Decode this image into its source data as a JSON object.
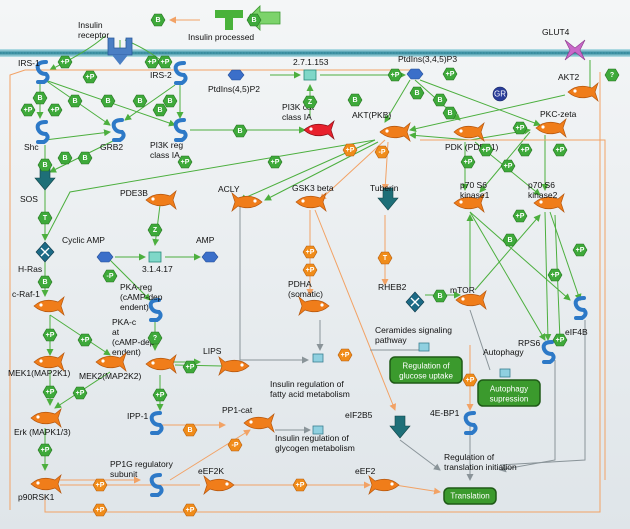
{
  "labels": {
    "insulin_receptor": [
      "Insulin",
      "receptor"
    ],
    "insulin_processed": "Insulin processed",
    "glut4": "GLUT4",
    "irs1": "IRS-1",
    "irs2": "IRS-2",
    "ptdins45p2": "PtdIns(4,5)P2",
    "enzyme_27": "2.7.1.153",
    "ptdins345p3": "PtdIns(3,4,5)P3",
    "akt2": "AKT2",
    "shc": "Shc",
    "grb2": "GRB2",
    "pi3k_reg": [
      "PI3K reg",
      "class IA"
    ],
    "pi3k_cat": [
      "PI3K cat",
      "class IA"
    ],
    "aktpkb": "AKT(PKB)",
    "pdk": "PDK (PDPK1)",
    "pkc_zeta": "PKC-zeta",
    "gr": "GR",
    "sos": "SOS",
    "pde3b": "PDE3B",
    "acly": "ACLY",
    "gsk3": "GSK3 beta",
    "tuberin": "Tuberin",
    "p70s6k1": [
      "p70 S6",
      "kinase1"
    ],
    "p70s6k2": [
      "p70 S6",
      "kinase2"
    ],
    "cyclic_amp": "Cyclic AMP",
    "amp": "AMP",
    "enzyme_31": "3.1.4.17",
    "hras": "H-Ras",
    "craf": "c-Raf-1",
    "pka_reg": [
      "PKA-reg",
      "(cAMP-dep",
      "endent)"
    ],
    "pdha": [
      "PDHA",
      "(somatic)"
    ],
    "rheb2": "RHEB2",
    "mtor": "mTOR",
    "eif4b": "eIF4B",
    "ceramides": [
      "Ceramides signaling",
      "pathway"
    ],
    "glucose_box": [
      "Regulation of",
      "glucose uptake"
    ],
    "autophagy": "Autophagy",
    "autophagy_box": [
      "Autophagy",
      "supression"
    ],
    "rps6": "RPS6",
    "pkac": [
      "PKA-c",
      "at",
      "(cAMP-dep",
      "endent)"
    ],
    "lips": "LIPS",
    "mek1": "MEK1(MAP2K1)",
    "mek2": "MEK2(MAP2K2)",
    "fatty": [
      "Insulin regulation of",
      "fatty acid metabolism"
    ],
    "erk": "Erk (MAPK1/3)",
    "ipp1": "IPP-1",
    "pp1cat": "PP1-cat",
    "eif2b5": "eIF2B5",
    "ebp1": "4E-BP1",
    "glycogen": [
      "Insulin regulation of",
      "glycogen metabolism"
    ],
    "translation_init": [
      "Regulation of",
      "translation initiation"
    ],
    "pp1g": [
      "PP1G regulatory",
      "subunit"
    ],
    "eef2k": "eEF2K",
    "eef2": "eEF2",
    "p90rsk1": "p90RSK1",
    "translation_box": "Translation"
  },
  "badges": {
    "plus_p": "+P",
    "minus_p": "-P",
    "binding": "B",
    "transition": "T",
    "catalysis": "Z",
    "unknown": "?"
  },
  "icons": {
    "receptor": "receptor-icon",
    "ligand": "ligand-icon",
    "transporter": "transporter-icon",
    "kinase": "kinase-icon",
    "protein": "protein-icon",
    "small_molecule": "small-molecule-icon",
    "enzyme": "enzyme-icon",
    "gtpase": "gtpase-icon",
    "transcription_factor": "tf-icon",
    "process": "process-icon"
  },
  "colors": {
    "background": "#e6eaee",
    "membrane": "#2f8a9e",
    "kinase": "#f07d1a",
    "protein": "#2d79c7",
    "binding_hex": "#3ea93a",
    "phospho_hex": "#f08c1a",
    "process_box": "#3b9a2d",
    "teal_node": "#1e6f78",
    "arrow_green": "#4caf3e",
    "arrow_orange": "#f2a265",
    "arrow_grey": "#8a9499"
  }
}
